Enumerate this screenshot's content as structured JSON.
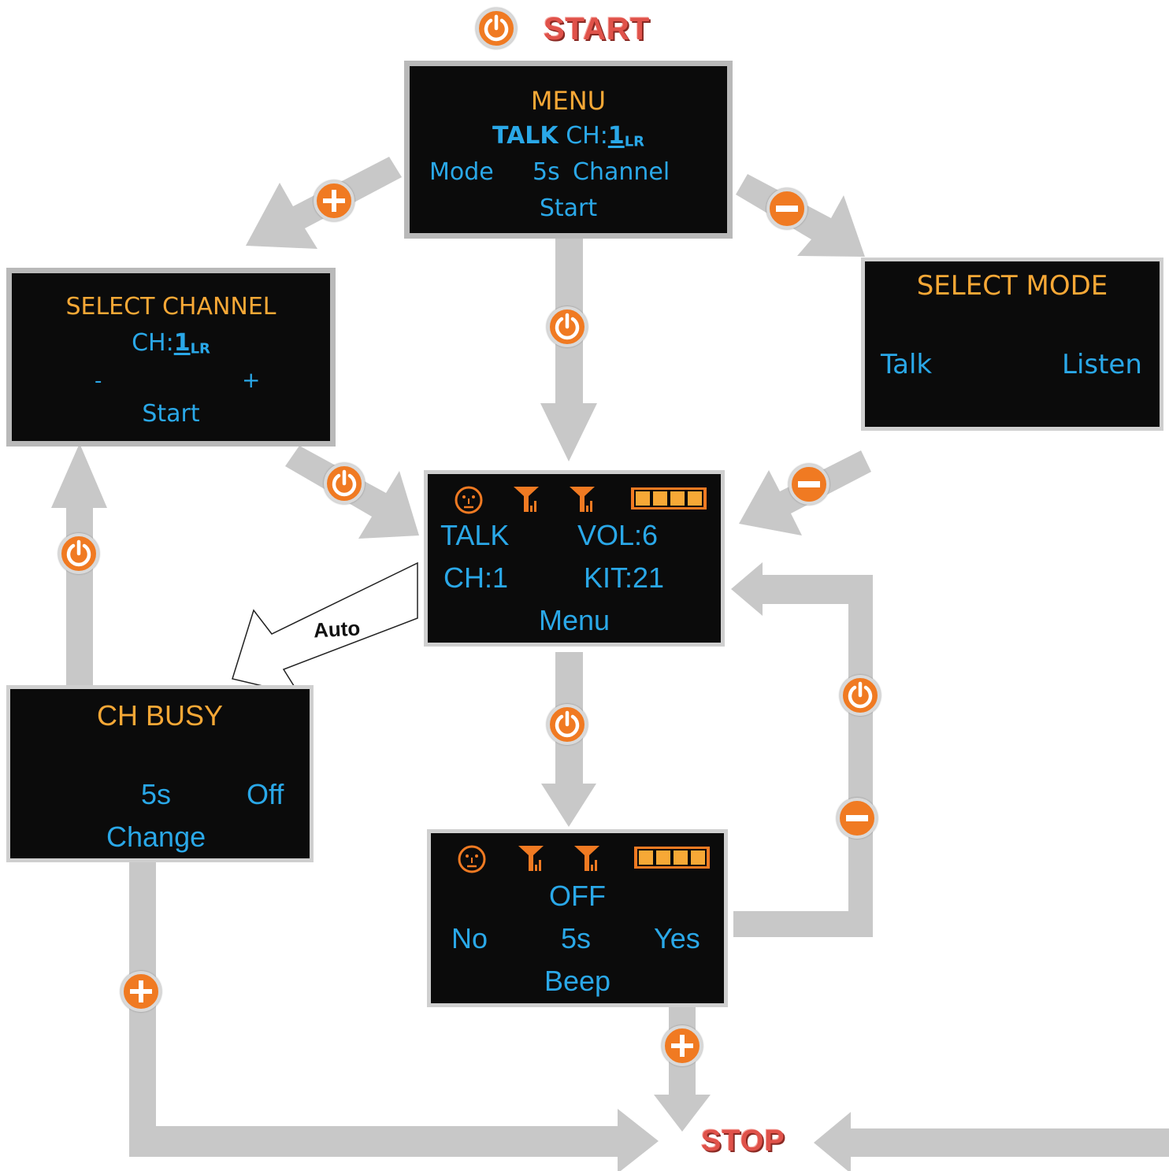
{
  "start_label": "START",
  "stop_label": "STOP",
  "auto_label": "Auto",
  "menu_screen": {
    "title": "MENU",
    "talk": "TALK",
    "ch_prefix": "CH:",
    "ch_number": "1",
    "ch_suffix": "LR",
    "mode": "Mode",
    "timer": "5s",
    "channel": "Channel",
    "start": "Start"
  },
  "select_channel_screen": {
    "title": "SELECT CHANNEL",
    "ch_prefix": "CH:",
    "ch_number": "1",
    "ch_suffix": "LR",
    "minus": "-",
    "plus": "+",
    "start": "Start"
  },
  "select_mode_screen": {
    "title": "SELECT MODE",
    "talk": "Talk",
    "listen": "Listen"
  },
  "status_screen": {
    "mode": "TALK",
    "volume": "VOL:6",
    "channel": "CH:1",
    "kit": "KIT:21",
    "menu": "Menu"
  },
  "ch_busy_screen": {
    "title": "CH BUSY",
    "timer": "5s",
    "off": "Off",
    "change": "Change"
  },
  "off_screen": {
    "title": "OFF",
    "no": "No",
    "timer": "5s",
    "yes": "Yes",
    "beep": "Beep"
  },
  "icons": [
    "power-icon",
    "plus-icon",
    "minus-icon",
    "face-icon",
    "antenna-icon",
    "battery-icon"
  ],
  "colors": {
    "screen_bg": "#0b0b0b",
    "title_orange": "#f7a836",
    "text_blue": "#2aa8e8",
    "button_orange": "#f07a22",
    "arrow_gray": "#c8c8c8",
    "label_red": "#e0524a"
  }
}
